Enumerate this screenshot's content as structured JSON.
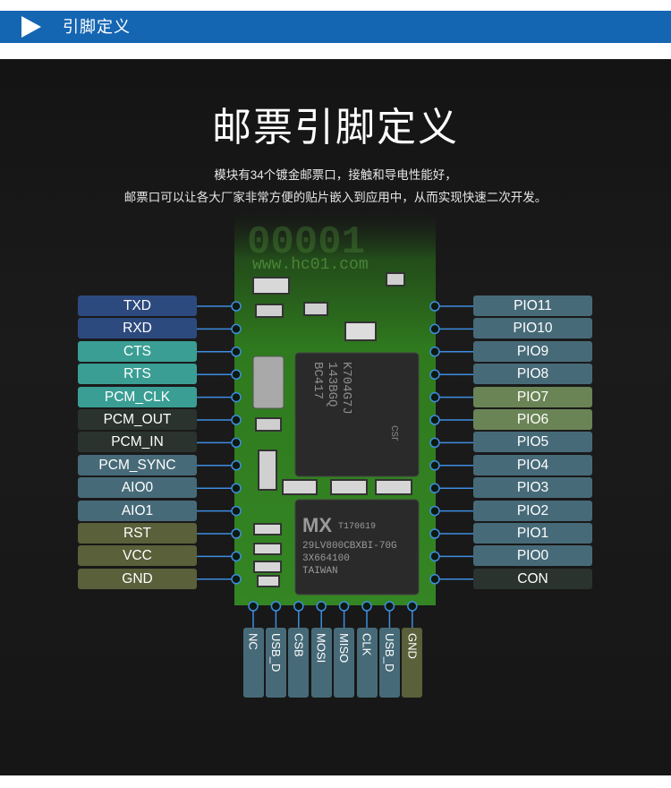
{
  "header": {
    "title": "引脚定义"
  },
  "main_title": "邮票引脚定义",
  "description": {
    "line1": "模块有34个镀金邮票口，接触和导电性能好，",
    "line2": "邮票口可以让各大厂家非常方便的贴片嵌入到应用中，从而实现快速二次开发。"
  },
  "board_text": {
    "watermark": "www.hc01.com",
    "chip1": [
      "BC417",
      "143BGQ",
      "K704G7J"
    ],
    "chip1_logo": "csr",
    "chip2_logo": "MX",
    "chip2": [
      "T170619",
      "29LV800CBXBI-70G",
      "3X664100",
      "TAIWAN"
    ]
  },
  "colors": {
    "header": "#1566b2",
    "navy": "#2d4a7e",
    "teal": "#3a9e94",
    "dark": "#2b332e",
    "slate": "#476a78",
    "olive": "#59603a",
    "green": "#6a8456",
    "board": "#2f7a1e"
  },
  "left_pins": [
    {
      "label": "TXD",
      "color": "#2d4a7e"
    },
    {
      "label": "RXD",
      "color": "#2d4a7e"
    },
    {
      "label": "CTS",
      "color": "#3a9e94"
    },
    {
      "label": "RTS",
      "color": "#3a9e94"
    },
    {
      "label": "PCM_CLK",
      "color": "#3a9e94"
    },
    {
      "label": "PCM_OUT",
      "color": "#2b332e"
    },
    {
      "label": "PCM_IN",
      "color": "#2b332e"
    },
    {
      "label": "PCM_SYNC",
      "color": "#476a78"
    },
    {
      "label": "AIO0",
      "color": "#476a78"
    },
    {
      "label": "AIO1",
      "color": "#476a78"
    },
    {
      "label": "RST",
      "color": "#59603a"
    },
    {
      "label": "VCC",
      "color": "#59603a"
    },
    {
      "label": "GND",
      "color": "#59603a"
    }
  ],
  "right_pins": [
    {
      "label": "PIO11",
      "color": "#476a78"
    },
    {
      "label": "PIO10",
      "color": "#476a78"
    },
    {
      "label": "PIO9",
      "color": "#476a78"
    },
    {
      "label": "PIO8",
      "color": "#476a78"
    },
    {
      "label": "PIO7",
      "color": "#6a8456"
    },
    {
      "label": "PIO6",
      "color": "#6a8456"
    },
    {
      "label": "PIO5",
      "color": "#476a78"
    },
    {
      "label": "PIO4",
      "color": "#476a78"
    },
    {
      "label": "PIO3",
      "color": "#476a78"
    },
    {
      "label": "PIO2",
      "color": "#476a78"
    },
    {
      "label": "PIO1",
      "color": "#476a78"
    },
    {
      "label": "PIO0",
      "color": "#476a78"
    },
    {
      "label": "CON",
      "color": "#2b332e"
    }
  ],
  "bottom_pins": [
    {
      "label": "NC",
      "color": "#476a78"
    },
    {
      "label": "USB_D",
      "color": "#476a78"
    },
    {
      "label": "CSB",
      "color": "#476a78"
    },
    {
      "label": "MOSI",
      "color": "#476a78"
    },
    {
      "label": "MISO",
      "color": "#476a78"
    },
    {
      "label": "CLK",
      "color": "#476a78"
    },
    {
      "label": "USB_D",
      "color": "#476a78"
    },
    {
      "label": "GND",
      "color": "#59603a"
    }
  ]
}
